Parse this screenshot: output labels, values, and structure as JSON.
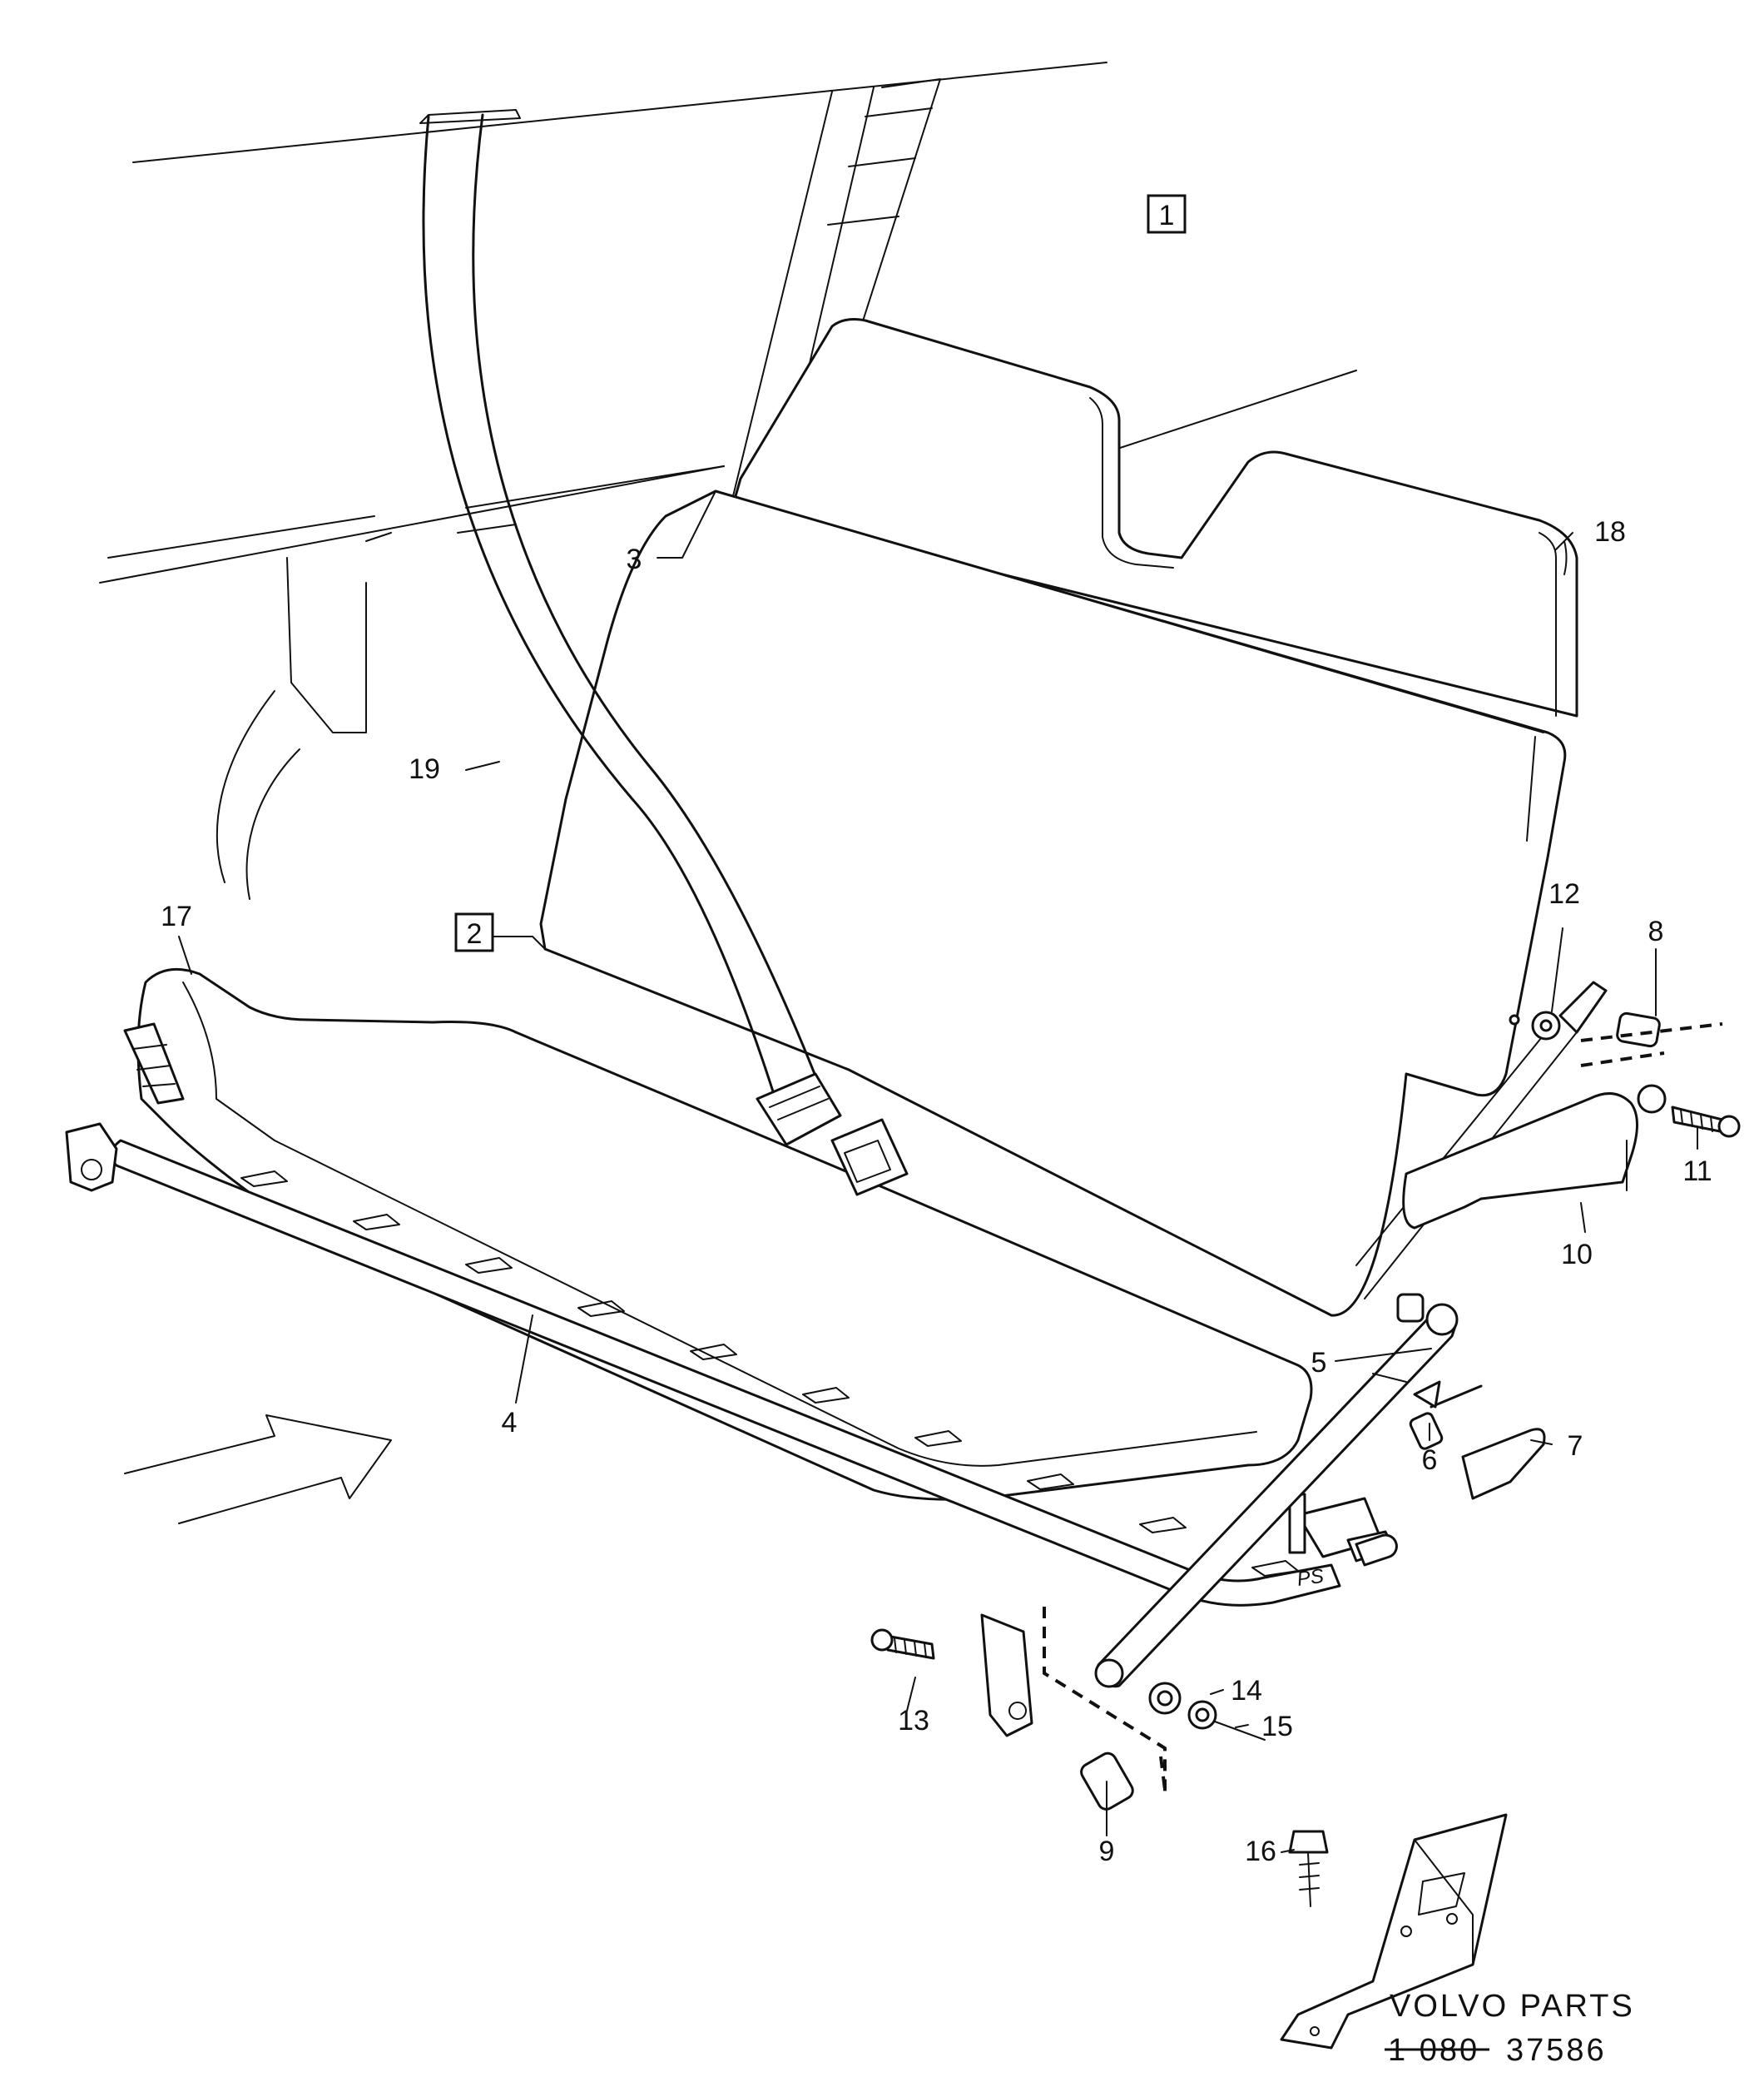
{
  "diagram": {
    "callouts": [
      {
        "id": "1",
        "text": "1",
        "boxed": true
      },
      {
        "id": "2",
        "text": "2",
        "boxed": true
      },
      {
        "id": "3",
        "text": "3"
      },
      {
        "id": "4",
        "text": "4"
      },
      {
        "id": "5",
        "text": "5"
      },
      {
        "id": "6",
        "text": "6"
      },
      {
        "id": "7",
        "text": "7"
      },
      {
        "id": "8",
        "text": "8"
      },
      {
        "id": "9",
        "text": "9"
      },
      {
        "id": "10",
        "text": "10"
      },
      {
        "id": "11",
        "text": "11"
      },
      {
        "id": "12",
        "text": "12"
      },
      {
        "id": "13",
        "text": "13"
      },
      {
        "id": "14",
        "text": "14"
      },
      {
        "id": "15",
        "text": "15"
      },
      {
        "id": "16",
        "text": "16"
      },
      {
        "id": "17",
        "text": "17"
      },
      {
        "id": "18",
        "text": "18"
      },
      {
        "id": "19",
        "text": "19"
      }
    ],
    "artist_initials": "PS"
  },
  "footer": {
    "brand": "VOLVO PARTS",
    "code_struck": "1 080",
    "code": "37586"
  }
}
